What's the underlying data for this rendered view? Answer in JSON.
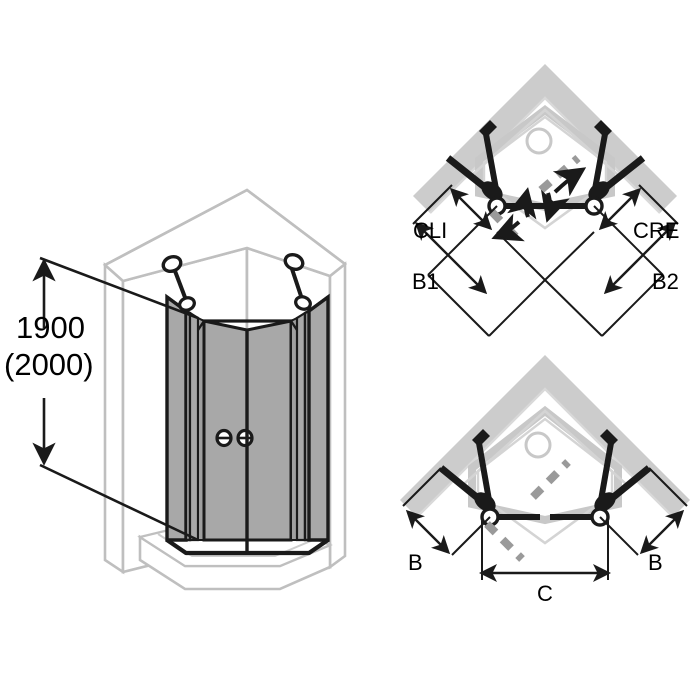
{
  "document": {
    "title": "Pentagon corner shower enclosure — technical drawing",
    "background_color": "#ffffff"
  },
  "palette": {
    "line_dark": "#1a1a1a",
    "wall_gray": "#cccccc",
    "tray_gray": "#c8c8c8",
    "glass_gray": "#a8a8a8",
    "outline_gray": "#bfbfbf",
    "white": "#ffffff"
  },
  "views": {
    "isometric": {
      "name": "isometric-view",
      "height_dimension": {
        "primary": "1900",
        "alternate": "(2000)"
      }
    },
    "plan_top": {
      "name": "plan-view-top",
      "labels": {
        "left_inner": "CLI",
        "right_inner": "CRE",
        "left_outer": "B1",
        "right_outer": "B2"
      }
    },
    "plan_bottom": {
      "name": "plan-view-bottom",
      "labels": {
        "left_outer": "B",
        "right_outer": "B",
        "center": "C"
      }
    }
  }
}
